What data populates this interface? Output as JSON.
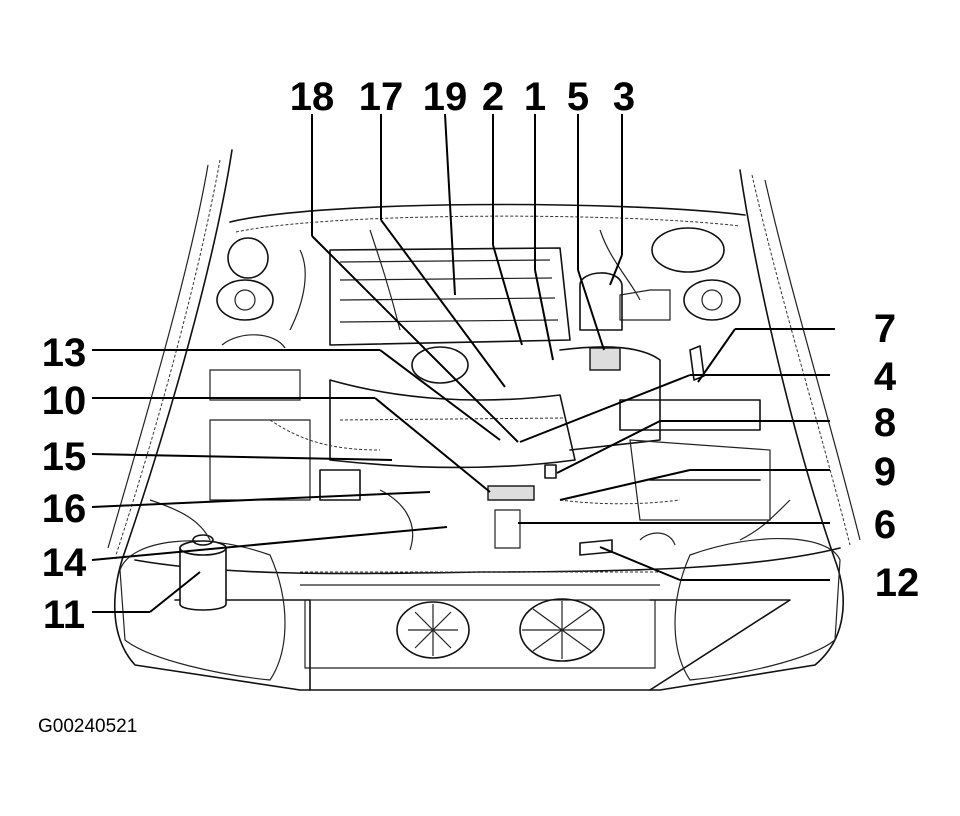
{
  "figure_id": "G00240521",
  "callouts": [
    "18",
    "17",
    "19",
    "2",
    "1",
    "5",
    "3",
    "7",
    "4",
    "8",
    "9",
    "6",
    "12",
    "13",
    "10",
    "15",
    "16",
    "14",
    "11"
  ]
}
